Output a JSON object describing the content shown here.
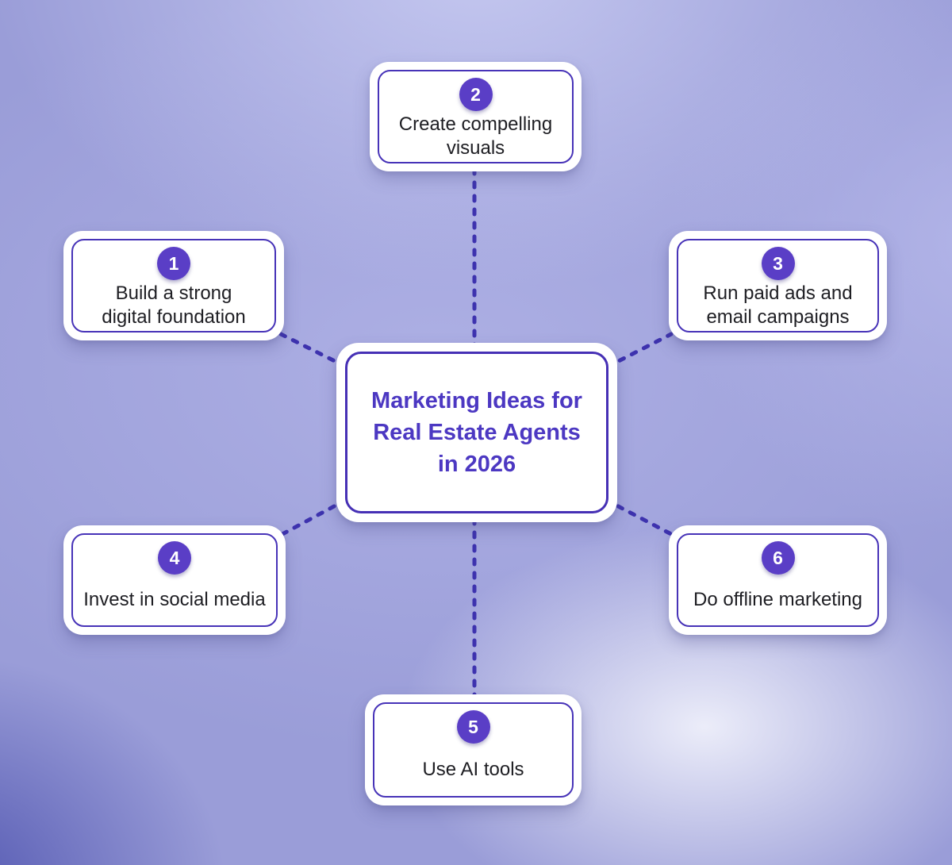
{
  "diagram": {
    "center": {
      "title": "Marketing Ideas for\nReal Estate Agents\nin 2026"
    },
    "nodes": [
      {
        "number": "1",
        "label": "Build a strong\ndigital foundation"
      },
      {
        "number": "2",
        "label": "Create compelling\nvisuals"
      },
      {
        "number": "3",
        "label": "Run paid ads and\nemail campaigns"
      },
      {
        "number": "4",
        "label": "Invest in social media"
      },
      {
        "number": "5",
        "label": "Use AI tools"
      },
      {
        "number": "6",
        "label": "Do offline marketing"
      }
    ],
    "colors": {
      "node_border": "#4733b8",
      "center_border": "#4630b5",
      "badge_background": "#5a3ec6",
      "connector_dash": "#3d32ae",
      "center_text": "#4c38c2",
      "node_text": "#1e1e23",
      "background_light": "#c7caf1",
      "background_mid": "#9a9dd8",
      "background_dark": "#4d52ae"
    }
  }
}
